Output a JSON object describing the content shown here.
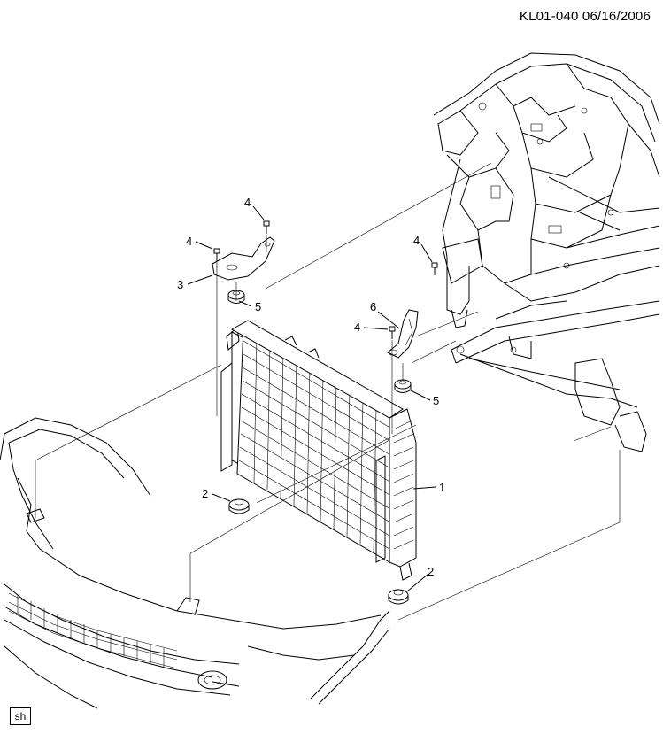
{
  "header": {
    "code_date": "KL01-040  06/16/2006"
  },
  "badge": {
    "label": "sh"
  },
  "callouts": [
    {
      "id": "c1",
      "label": "1"
    },
    {
      "id": "c2a",
      "label": "2"
    },
    {
      "id": "c2b",
      "label": "2"
    },
    {
      "id": "c3",
      "label": "3"
    },
    {
      "id": "c4a",
      "label": "4"
    },
    {
      "id": "c4b",
      "label": "4"
    },
    {
      "id": "c4c",
      "label": "4"
    },
    {
      "id": "c4d",
      "label": "4"
    },
    {
      "id": "c5a",
      "label": "5"
    },
    {
      "id": "c5b",
      "label": "5"
    },
    {
      "id": "c6",
      "label": "6"
    }
  ]
}
